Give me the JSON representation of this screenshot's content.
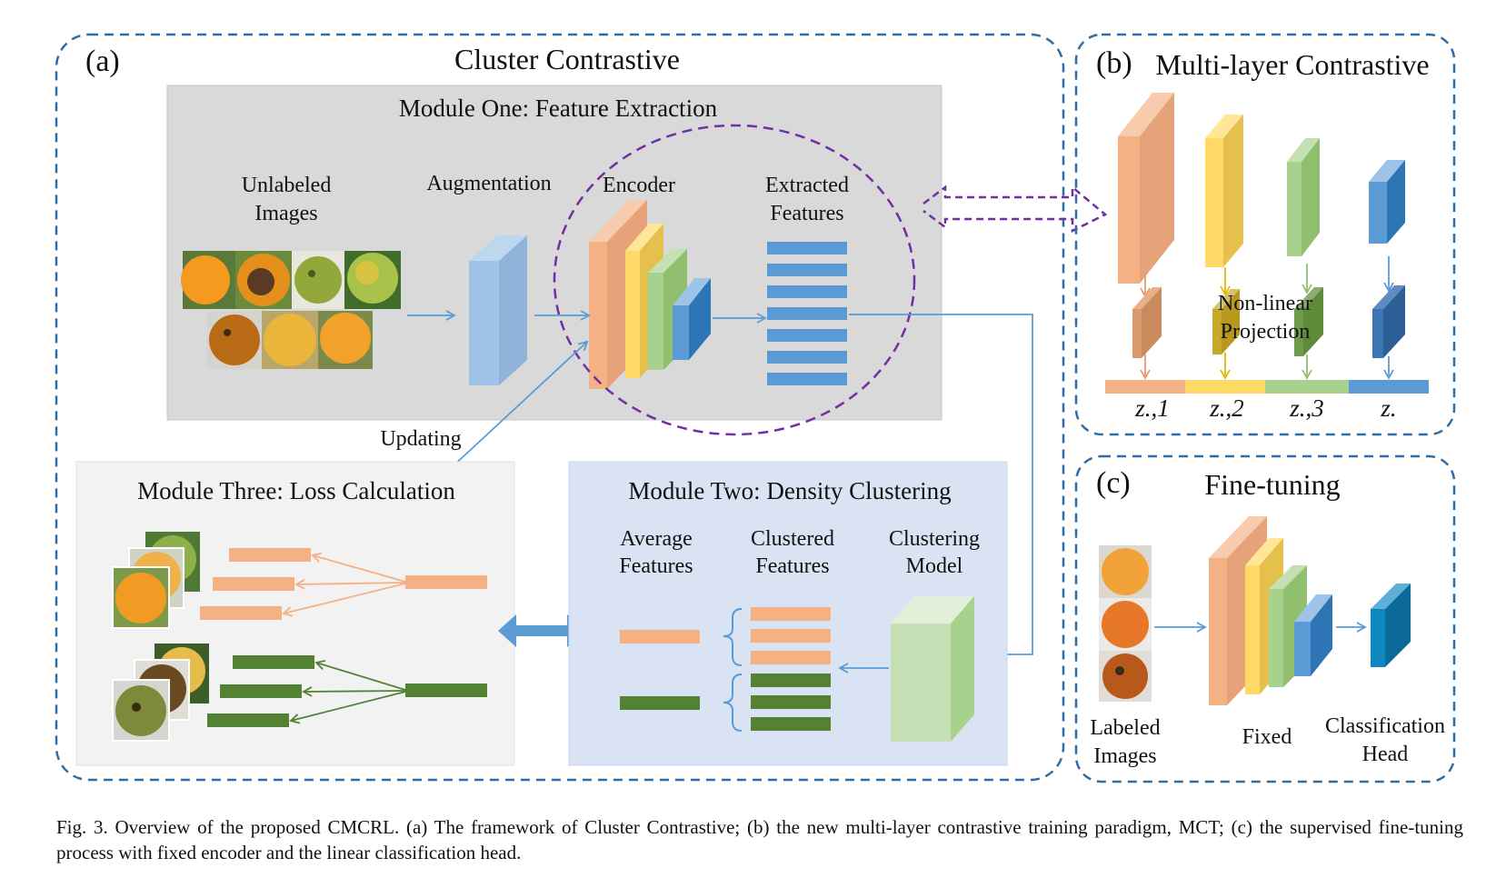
{
  "panel_a": {
    "letter": "(a)",
    "title": "Cluster Contrastive",
    "module_one": {
      "title": "Module One: Feature Extraction",
      "unlabeled_line1": "Unlabeled",
      "unlabeled_line2": "Images",
      "augmentation": "Augmentation",
      "encoder": "Encoder",
      "extracted_line1": "Extracted",
      "extracted_line2": "Features"
    },
    "updating": "Updating",
    "module_three": {
      "title": "Module Three: Loss Calculation"
    },
    "module_two": {
      "title": "Module Two: Density Clustering",
      "average_line1": "Average",
      "average_line2": "Features",
      "clustered_line1": "Clustered",
      "clustered_line2": "Features",
      "model_line1": "Clustering",
      "model_line2": "Model"
    }
  },
  "panel_b": {
    "letter": "(b)",
    "title": "Multi-layer Contrastive",
    "projection_line1": "Non-linear",
    "projection_line2": "Projection",
    "z_labels": [
      "z.,1",
      "z.,2",
      "z.,3",
      "z."
    ]
  },
  "panel_c": {
    "letter": "(c)",
    "title": "Fine-tuning",
    "labeled_line1": "Labeled",
    "labeled_line2": "Images",
    "fixed": "Fixed",
    "head_line1": "Classification",
    "head_line2": "Head"
  },
  "caption": "Fig. 3.  Overview of the proposed CMCRL. (a) The framework of Cluster Contrastive; (b) the new multi-layer contrastive training paradigm, MCT; (c) the supervised fine-tuning process with fixed encoder and the linear classification head.",
  "colors": {
    "dash_blue": "#2e6ea6",
    "orange": "#f4b183",
    "yellow": "#ffd966",
    "green": "#a9d18e",
    "blue": "#5b9bd5",
    "dark_green": "#548235",
    "purple": "#7030a0",
    "arrow_blue": "#5b9bd5",
    "module_gray": "#d9d9d9",
    "module_light": "#f2f2f2",
    "module_blue": "#dae3f3"
  }
}
